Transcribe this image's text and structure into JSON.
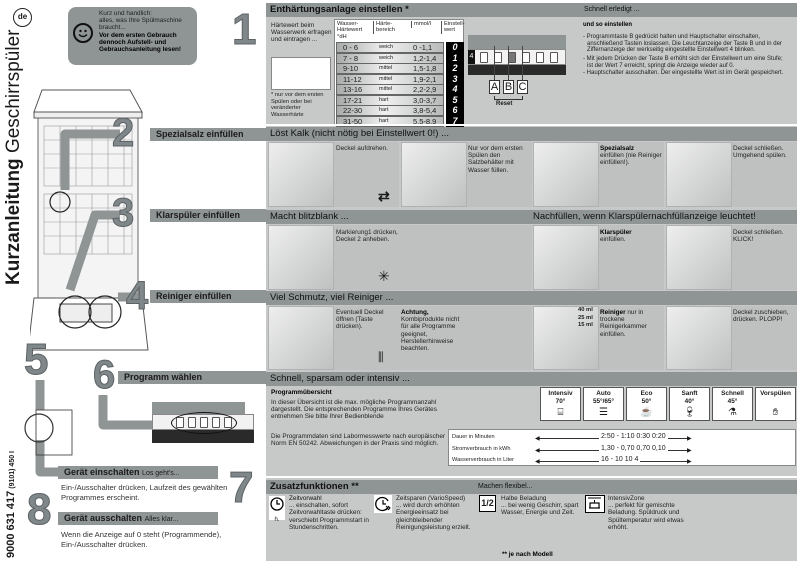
{
  "brand": {
    "lang_badge": "de",
    "title_bold": "Kurzanleitung",
    "title_rest": " Geschirrspüler",
    "doc_number": "9000 631 417",
    "doc_number_suffix": " (9101) 450 I"
  },
  "intro": {
    "line1": "Kurz und handlich:",
    "line2": "alles, was Ihre Spülmaschine braucht...",
    "bold": "Vor dem ersten Gebrauch dennoch Aufstell- und Gebrauchsanleitung lesen!",
    "icon": "smiley-icon"
  },
  "step_numbers": [
    "1",
    "2",
    "3",
    "4",
    "5",
    "6",
    "7",
    "8"
  ],
  "left_labels": {
    "salt": "Spezialsalz einfüllen",
    "rinse": "Klarspüler einfüllen",
    "detergent": "Reiniger einfüllen",
    "program": "Programm wählen",
    "on_title": "Gerät einschalten",
    "on_sub": "Los geht's...",
    "on_text": "Ein-/Ausschalter drücken, Laufzeit des gewählten Programmes erscheint.",
    "off_title": "Gerät ausschalten",
    "off_sub": "Alles klar...",
    "off_text": "Wenn die Anzeige auf 0 steht (Programmende), Ein-/Ausschalter drücken."
  },
  "section1": {
    "title": "Enthärtungsanlage einstellen *",
    "right_title": "Schnell erledigt ...",
    "ask": "Härtewert beim Wasserwerk erfragen und eintragen ...",
    "footnote": "* nur vor dem ersten Spülen oder bei veränderter Wasserhärte",
    "table_headers": [
      "Wasser-Härtewert °dH",
      "Härte-bereich",
      "mmol/l",
      "Einstell-wert"
    ],
    "rows": [
      [
        "0 - 6",
        "weich",
        "0 -1,1",
        "0"
      ],
      [
        "7 - 8",
        "weich",
        "1,2-1,4",
        "1"
      ],
      [
        "9-10",
        "mittel",
        "1,5-1,8",
        "2"
      ],
      [
        "11-12",
        "mittel",
        "1,9-2,1",
        "3"
      ],
      [
        "13-16",
        "mittel",
        "2,2-2,9",
        "4"
      ],
      [
        "17-21",
        "hart",
        "3,0-3,7",
        "5"
      ],
      [
        "22-30",
        "hart",
        "3,8-5,4",
        "6"
      ],
      [
        "31-50",
        "hart",
        "5,5-8,9",
        "7"
      ]
    ],
    "display_digit": "4",
    "keys": [
      "A",
      "B",
      "C"
    ],
    "reset": "Reset",
    "how_title": "und so einstellen",
    "how_steps": [
      "- Programmtaste B gedrückt halten und Hauptschalter einschalten, anschließend Tasten loslassen. Die Leuchtanzeige der Taste B und in der Ziffernanzeige der werkseitig eingestellte Einstellwert 4 blinken.",
      "- Mit jedem Drücken der Taste B erhöht sich der Einstellwert um eine Stufe; ist der Wert 7 erreicht, springt die Anzeige wieder auf 0.",
      "- Hauptschalter ausschalten. Der eingestellte Wert ist im Gerät gespeichert."
    ]
  },
  "section2": {
    "title": "Löst Kalk (nicht nötig bei Einstellwert 0!) ...",
    "cells": [
      {
        "bold": "",
        "text": "Deckel aufdrehen."
      },
      {
        "bold": "",
        "text": "Nur vor dem ersten Spülen den Salzbehälter mit Wasser füllen."
      },
      {
        "bold": "Spezialsalz",
        "text": "einfüllen (nie Reiniger einfüllen!)."
      },
      {
        "bold": "",
        "text": "Deckel schließen. Umgehend spülen."
      }
    ],
    "symbol": "salt-symbol-icon"
  },
  "section3": {
    "title": "Macht blitzblank ...",
    "right_title": "Nachfüllen, wenn Klarspülernachfüllanzeige leuchtet!",
    "cells": [
      {
        "bold": "",
        "text": "Markierung1 drücken, Deckel 2 anheben."
      },
      {
        "bold": "Klarspüler",
        "text": "einfüllen."
      },
      {
        "bold": "",
        "text": "Deckel schließen. KLICK!"
      }
    ],
    "symbol": "rinse-aid-symbol-icon"
  },
  "section4": {
    "title": "Viel Schmutz, viel Reiniger ...",
    "cells": [
      {
        "bold": "",
        "text": "Eventuell Deckel öffnen (Taste drücken)."
      },
      {
        "bold": "Achtung,",
        "text": "Kombiprodukte nicht für alle Programme geeignet, Herstellerhinweise beachten."
      },
      {
        "bold": "Reiniger",
        "text": "nur in trockene Reinigerkammer einfüllen."
      },
      {
        "bold": "",
        "text": "Deckel zuschieben, drücken. PLOPP!"
      }
    ],
    "doses": [
      "40 ml",
      "25 ml",
      "15 ml"
    ]
  },
  "section6": {
    "title": "Schnell, sparsam oder intensiv ...",
    "overview_title": "Programmübersicht",
    "overview_text": "In dieser Übersicht ist die max. mögliche Programmanzahl dargestellt. Die entsprechenden Programme Ihres Gerätes entnehmen Sie bitte Ihrer Bedienblende",
    "lab_text": "Die Programmdaten sind Labormesswerte nach europäischer Norm EN 50242. Abweichungen in der Praxis sind möglich.",
    "programs": [
      {
        "name": "Intensiv",
        "temp": "70°",
        "icon": "pot-icon"
      },
      {
        "name": "Auto",
        "temp": "55°/65°",
        "icon": "stacked-dishes-icon"
      },
      {
        "name": "Eco",
        "temp": "50°",
        "icon": "cup-plate-icon"
      },
      {
        "name": "Sanft",
        "temp": "40°",
        "icon": "wine-glass-icon"
      },
      {
        "name": "Schnell",
        "temp": "45°",
        "icon": "quick-dishes-icon"
      },
      {
        "name": "Vorspülen",
        "temp": "",
        "icon": "rinse-hand-icon"
      }
    ],
    "data_rows": [
      {
        "label": "Dauer in Minuten",
        "value": "2:50 - 1:10 0:30 0:20"
      },
      {
        "label": "Stromverbrauch in kWh",
        "value": "1,30 - 0,70 0,70 0,10"
      },
      {
        "label": "Wasserverbrauch in Liter",
        "value": "16 - 10 10 4"
      }
    ]
  },
  "section7": {
    "title": "Zusatzfunktionen **",
    "right_title": "Machen flexibel...",
    "footnote": "** je nach  Modell",
    "functions": [
      {
        "title": "Zeitvorwahl",
        "text": "... einschalten, sofort Zeitvorwahltaste drücken: verschiebt Programmstart in Stundenschritten.",
        "icon": "clock-icon",
        "icon_label": "h."
      },
      {
        "title": "Zeitsparen (VarioSpeed)",
        "text": "... wird durch erhöhten Energieeinsatz bei gleichbleibender Reinigungsleistung erzielt.",
        "icon": "clock-fast-icon"
      },
      {
        "title": "Halbe Beladung",
        "text": "... bei wenig Geschirr, spart Wasser, Energie und Zeit.",
        "icon": "half-load-icon",
        "icon_label": "1/2"
      },
      {
        "title": "IntensivZone",
        "text": "... perfekt für gemischte Beladung. Spüldruck und Spültemperatur wird etwas erhöht.",
        "icon": "intensive-zone-icon"
      }
    ]
  },
  "colors": {
    "panel": "#c7c8c8",
    "header": "#8f9595",
    "number": "#80878a"
  }
}
